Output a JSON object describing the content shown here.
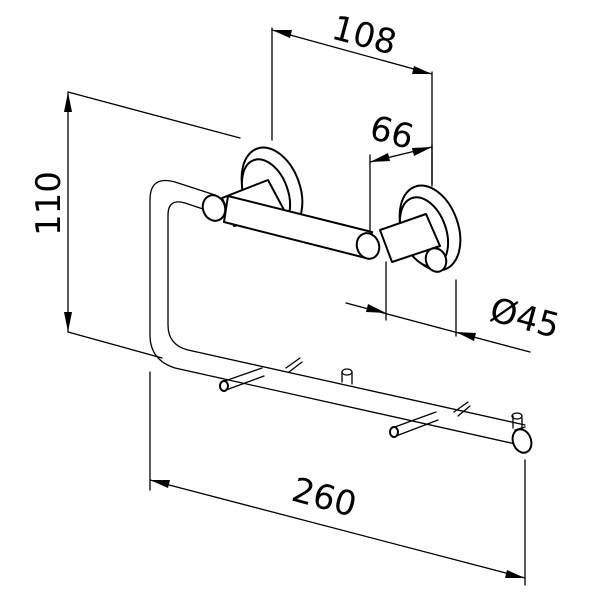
{
  "dimensions": {
    "top_width": "108",
    "inner_width": "66",
    "height": "110",
    "diameter": "Ø45",
    "length": "260"
  }
}
